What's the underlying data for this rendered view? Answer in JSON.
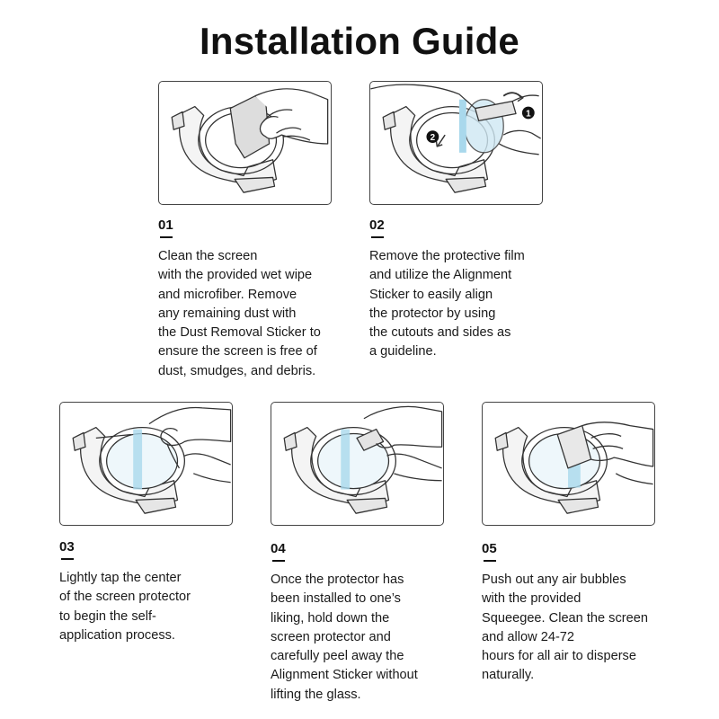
{
  "title": "Installation Guide",
  "steps": [
    {
      "number": "01",
      "text": "Clean the screen\nwith the provided wet wipe\nand microfiber. Remove\nany remaining dust with\nthe Dust Removal Sticker to\nensure the screen is free of\ndust, smudges, and debris."
    },
    {
      "number": "02",
      "text": "Remove the protective film\nand utilize the Alignment\nSticker to easily align\nthe protector by using\nthe cutouts and sides as\na guideline.",
      "markers": [
        "1",
        "2"
      ]
    },
    {
      "number": "03",
      "text": "Lightly tap the center\nof the screen protector\nto begin the self-\napplication process."
    },
    {
      "number": "04",
      "text": "Once the protector has\nbeen installed to one’s\nliking, hold down the\nscreen protector and\ncarefully peel away the\nAlignment Sticker without\nlifting the glass."
    },
    {
      "number": "05",
      "text": "Push out any air bubbles\nwith the provided\nSqueegee. Clean the screen\nand allow 24-72\nhours for all air to disperse\nnaturally."
    }
  ],
  "colors": {
    "accent": "#a9d8ec",
    "line": "#333333"
  }
}
